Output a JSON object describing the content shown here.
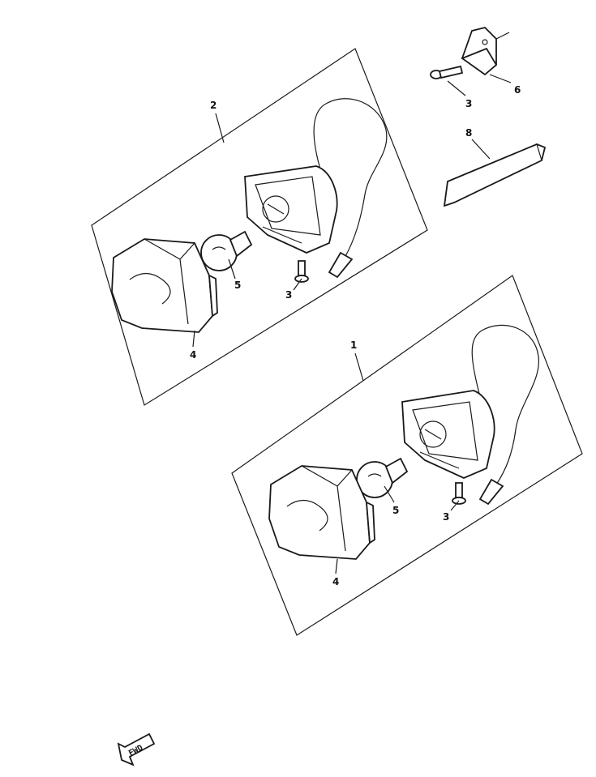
{
  "callouts": {
    "assembly_upper": "2",
    "assembly_lower": "1",
    "screw_bracket": "3",
    "bracket": "6",
    "tape": "8",
    "bulb_upper": "5",
    "screw_upper": "3",
    "lens_upper": "4",
    "bulb_lower": "5",
    "screw_lower": "3",
    "lens_lower": "4"
  },
  "fwd_label": "FWD",
  "colors": {
    "ink": "#1a1a1a",
    "paper": "#ffffff"
  }
}
